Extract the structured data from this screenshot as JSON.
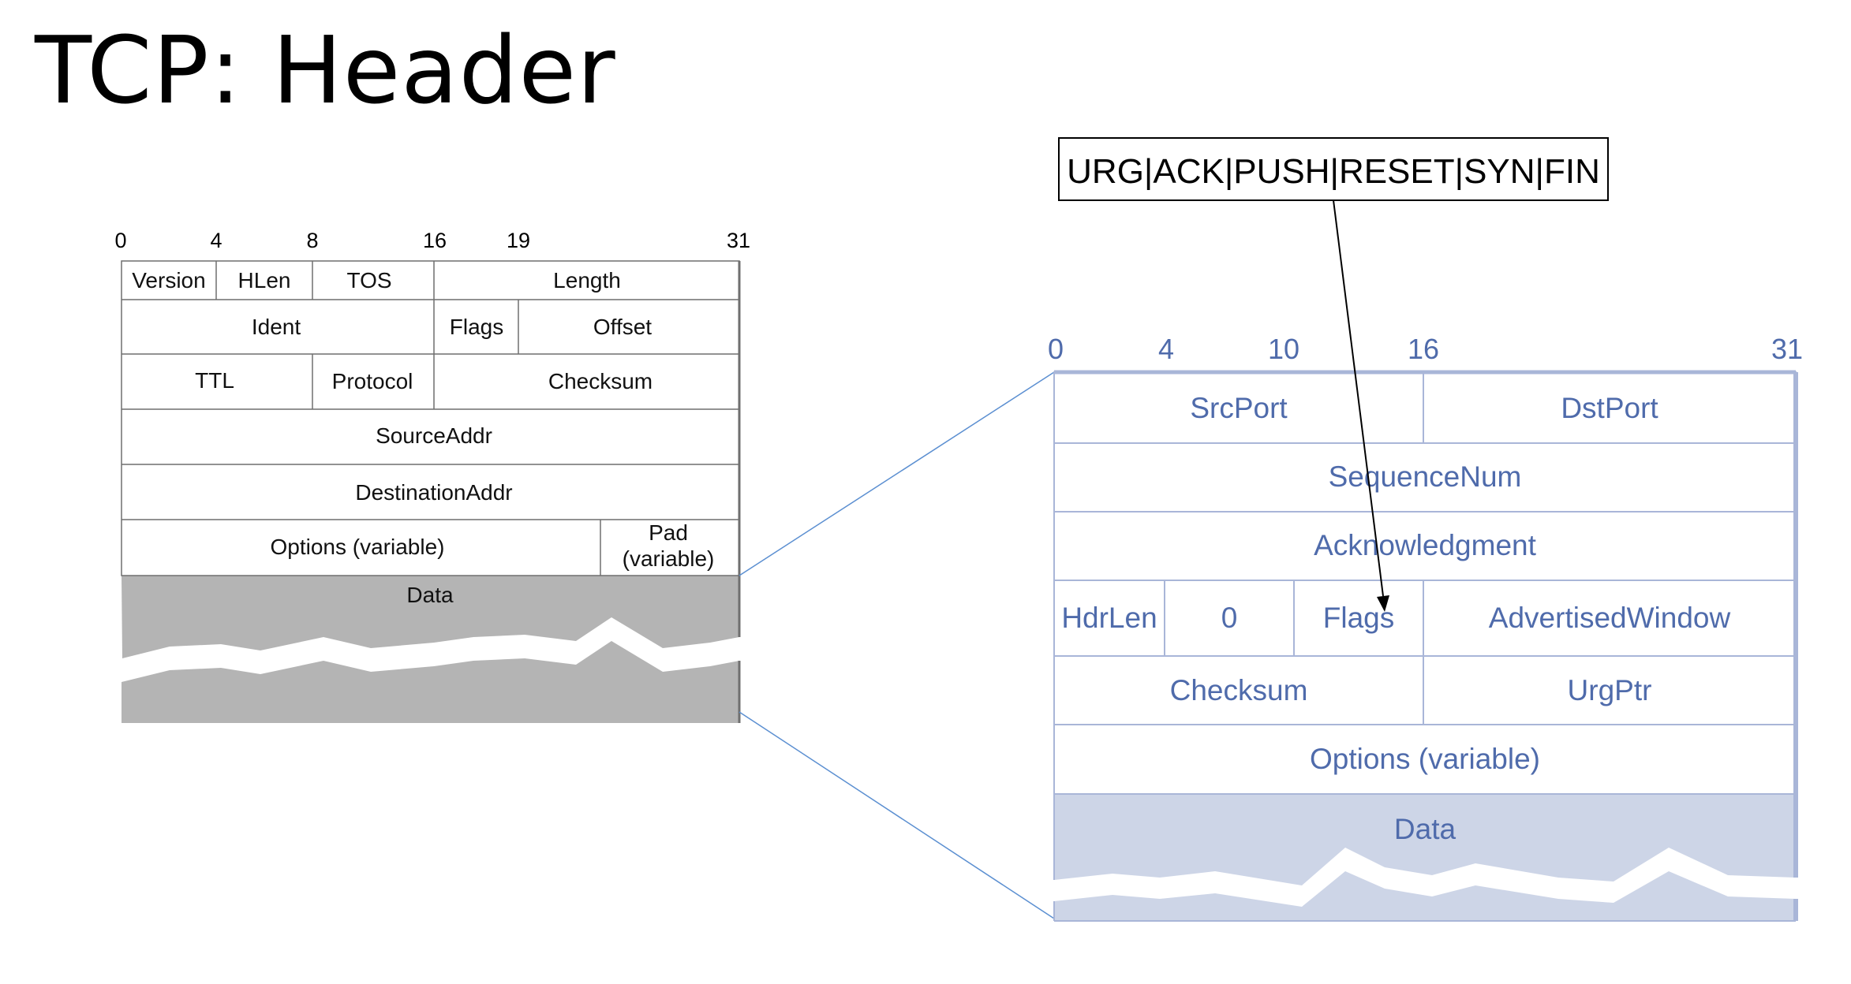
{
  "title": "TCP: Header",
  "ip_header": {
    "bit_labels": [
      "0",
      "4",
      "8",
      "16",
      "19",
      "31"
    ],
    "fields": {
      "version": "Version",
      "hlen": "HLen",
      "tos": "TOS",
      "length": "Length",
      "ident": "Ident",
      "flags": "Flags",
      "offset": "Offset",
      "ttl": "TTL",
      "protocol": "Protocol",
      "checksum": "Checksum",
      "source_addr": "SourceAddr",
      "destination_addr": "DestinationAddr",
      "options": "Options (variable)",
      "pad_line1": "Pad",
      "pad_line2": "(variable)",
      "data": "Data"
    }
  },
  "tcp_header": {
    "bit_labels": [
      "0",
      "4",
      "10",
      "16",
      "31"
    ],
    "fields": {
      "src_port": "SrcPort",
      "dst_port": "DstPort",
      "sequence_num": "SequenceNum",
      "acknowledgment": "Acknowledgment",
      "hdr_len": "HdrLen",
      "zero": "0",
      "flags": "Flags",
      "advertised_window": "AdvertisedWindow",
      "checksum": "Checksum",
      "urg_ptr": "UrgPtr",
      "options": "Options (variable)",
      "data": "Data"
    }
  },
  "flags_callout": "URG|ACK|PUSH|RESET|SYN|FIN",
  "colors": {
    "ip_border": "#6f6f6f",
    "ip_data_fill": "#b4b4b4",
    "tcp_border": "#a9b6d8",
    "tcp_text": "#4f6bab",
    "tcp_data_fill": "#cdd5e7",
    "connector_line": "#5b8fd1"
  }
}
